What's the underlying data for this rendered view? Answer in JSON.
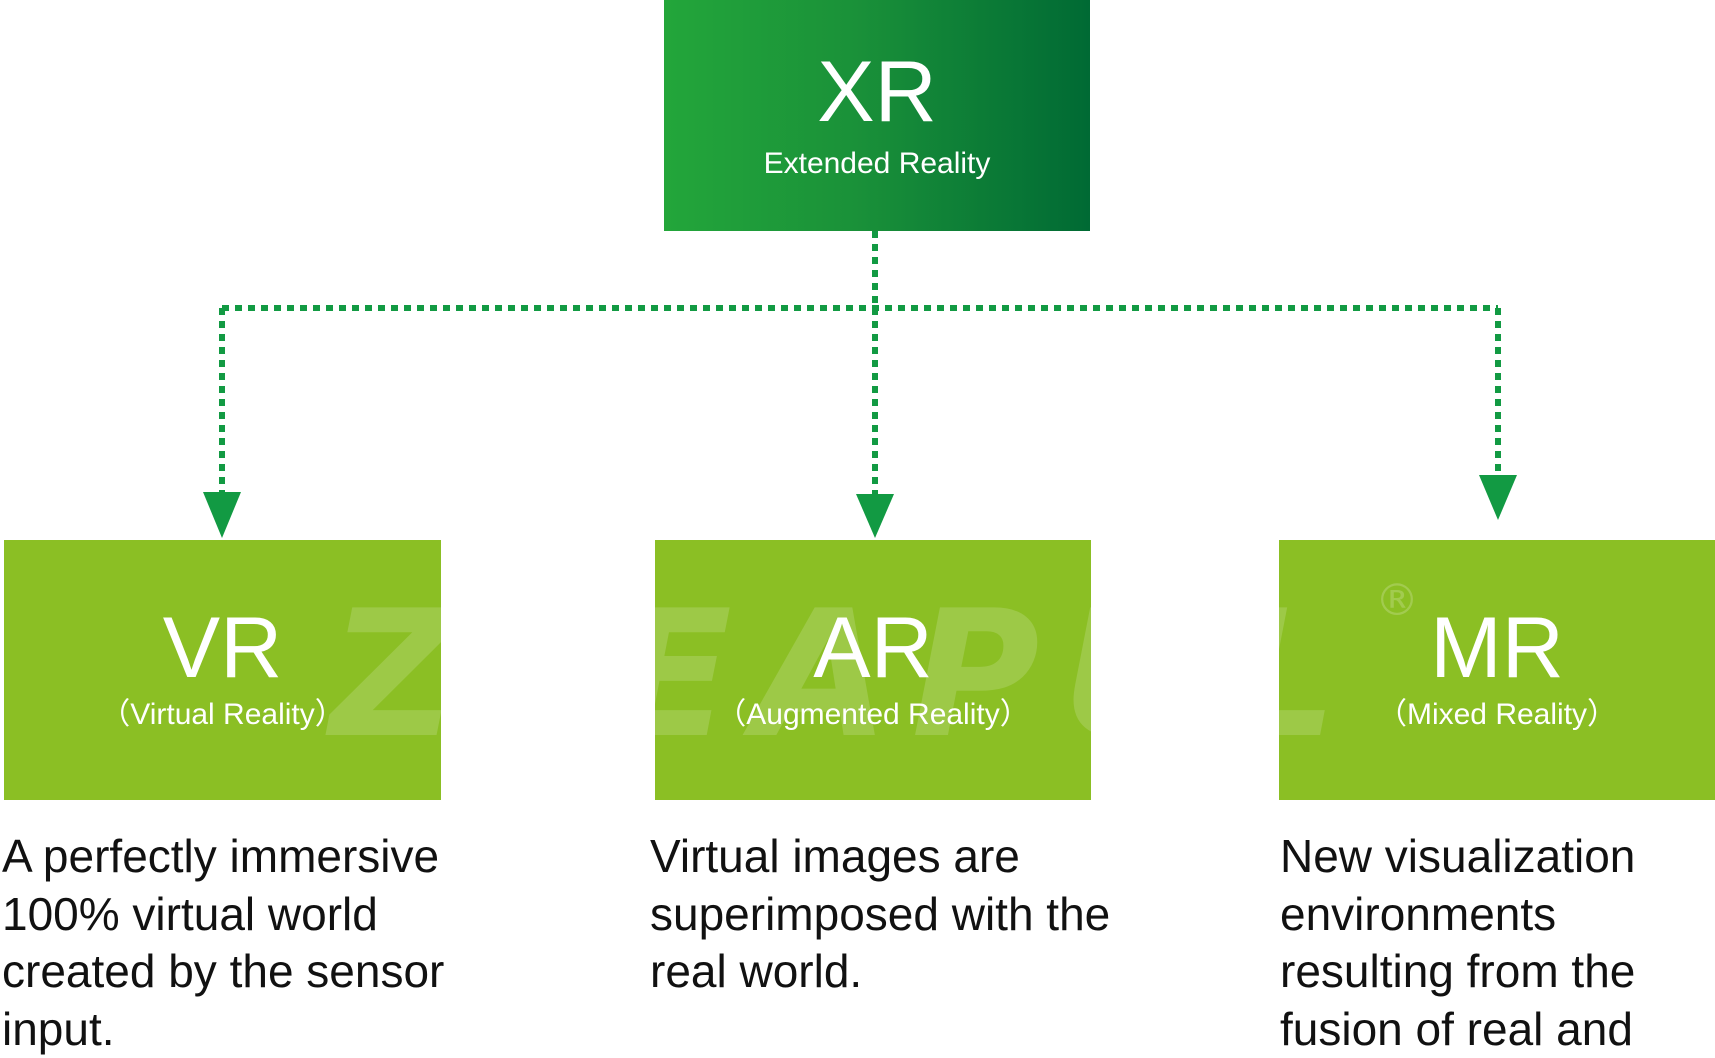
{
  "root": {
    "abbr": "XR",
    "full": "Extended Reality"
  },
  "children": [
    {
      "abbr": "VR",
      "full": "（Virtual Reality）",
      "description": "A perfectly immersive 100% virtual world created by the sensor input."
    },
    {
      "abbr": "AR",
      "full": "（Augmented Reality）",
      "description": "Virtual images are superimposed with the real world."
    },
    {
      "abbr": "MR",
      "full": "（Mixed Reality）",
      "description": "New visualization environments resulting from the fusion of real and"
    }
  ],
  "colors": {
    "root_gradient_start": "#23a63a",
    "root_gradient_end": "#006a34",
    "child_fill": "#8bbf24",
    "connector": "#129a43",
    "text_light": "#ffffff",
    "text_dark": "#111111"
  },
  "connector_style": "dotted-with-arrowheads",
  "watermark": {
    "text": "ZLEAPUL",
    "symbol": "®"
  }
}
